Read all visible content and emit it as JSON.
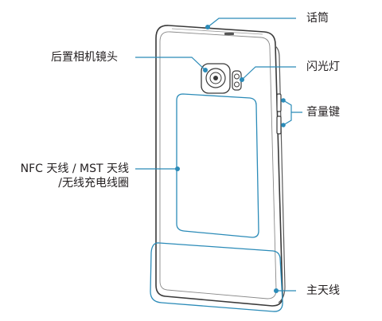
{
  "labels": {
    "microphone": "话筒",
    "rear_camera": "后置相机镜头",
    "flash": "闪光灯",
    "volume_key": "音量键",
    "nfc_line1": "NFC 天线 / MST 天线",
    "nfc_line2": "/无线充电线圈",
    "main_antenna": "主天线"
  },
  "colors": {
    "callout": "#2b8bb8",
    "outline": "#3a3a3a",
    "text": "#231f20"
  }
}
